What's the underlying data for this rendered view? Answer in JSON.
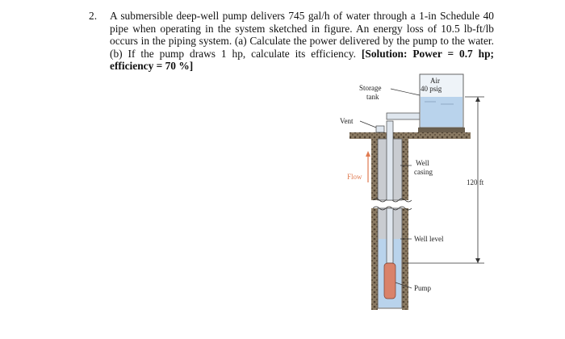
{
  "problem": {
    "number": "2.",
    "text": "A submersible deep-well pump delivers 745 gal/h of water through a 1-in Schedule 40 pipe when operating in the system sketched in figure. An energy loss of 10.5 lb-ft/lb occurs in the piping system. (a) Calculate the power delivered by the pump to the water. (b) If the pump draws 1 hp, calculate its efficiency.",
    "solution": "[Solution: Power = 0.7 hp; efficiency = 70 %]"
  },
  "figure": {
    "storage_tank_label_line1": "Storage",
    "storage_tank_label_line2": "tank",
    "air_label": "Air",
    "pressure_label": "40 psig",
    "vent_label": "Vent",
    "flow_label": "Flow",
    "well_casing_label_line1": "Well",
    "well_casing_label_line2": "casing",
    "height_label": "120 ft",
    "well_level_label": "Well level",
    "pump_label": "Pump",
    "colors": {
      "water": "#b9d3ec",
      "casing": "#c9ccd1",
      "soil": "#7a6a55",
      "flow_arrow": "#e07a50",
      "pump": "#d9826a"
    }
  }
}
